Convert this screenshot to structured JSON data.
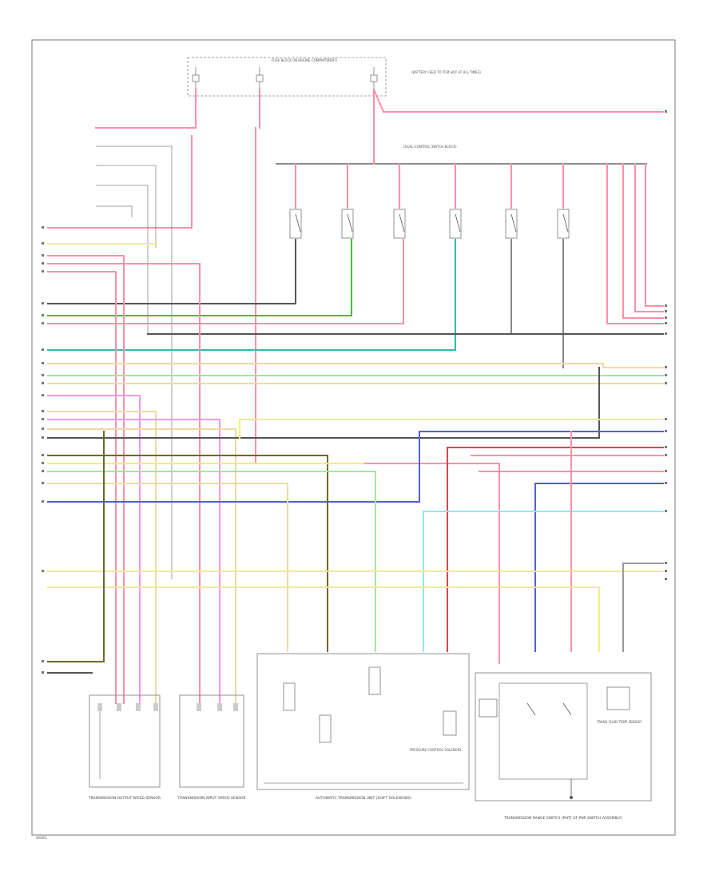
{
  "colors": {
    "pnk": "#ff8fa6",
    "red": "#e04050",
    "yel": "#f2f070",
    "tan": "#eed9a6",
    "ltgrn": "#9fe89f",
    "grn": "#44bb44",
    "blu": "#5060d8",
    "ltblu": "#8fe8ee",
    "teal": "#33bbaa",
    "ppl": "#ee99ee",
    "blk": "#555555",
    "gry": "#999999",
    "dkgrn": "#6a6a2a"
  },
  "labels": {
    "fuse_block": "FUSE BLOCK (IN ENGINE COMPARTMENT)",
    "fuse_block_note": "(BATTERY FEED TO TCM HOT AT ALL TIMES)",
    "switch_block": "(DUAL-CONTROL SWITCH BLOCK)",
    "sensor_left": "TRANSMISSION OUTPUT SPEED SENSOR",
    "sensor_mid": "TRANSMISSION INPUT SPEED SENSOR",
    "unit_center": "AUTOMATIC TRANSMISSION UNIT (SHIFT SOLENOIDS)",
    "unit_right": "TRANSMISSION RANGE SWITCH (PART OF PNP SWITCH ASSEMBLY)",
    "sensor_right": "TRANS FLUID TEMP SENSOR",
    "pressure_switch": "PRESSURE CONTROL SOLENOID",
    "footer": "W0001"
  }
}
